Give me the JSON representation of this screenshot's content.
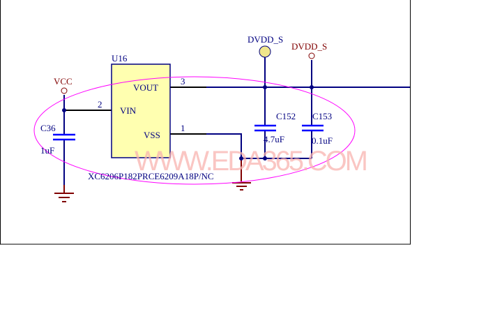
{
  "component": {
    "ref": "U16",
    "part": "XC6206P182PRCE6209A18P/NC",
    "pins": [
      {
        "name": "VOUT",
        "num": "3"
      },
      {
        "name": "VIN",
        "num": "2"
      },
      {
        "name": "VSS",
        "num": "1"
      }
    ]
  },
  "power": {
    "vcc": "VCC",
    "dvdd1": "DVDD_S",
    "dvdd2": "DVDD_S"
  },
  "caps": [
    {
      "ref": "C36",
      "value": "1uF"
    },
    {
      "ref": "C152",
      "value": "4.7uF"
    },
    {
      "ref": "C153",
      "value": "0.1uF"
    }
  ],
  "watermark": "WWW.EDA365.COM",
  "colors": {
    "wire": "#000080",
    "cap": "#0000ff",
    "label": "#000080",
    "power": "#800000",
    "body": "#ffffb0",
    "highlight": "#ff00ff"
  }
}
